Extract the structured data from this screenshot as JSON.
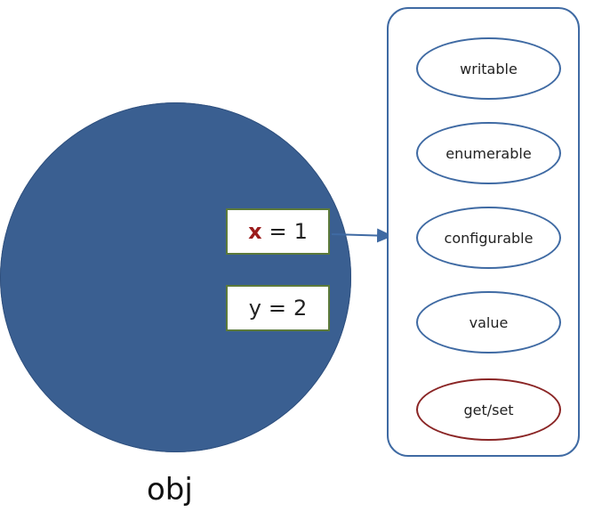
{
  "object": {
    "label": "obj",
    "props": [
      {
        "name": "x",
        "op": "=",
        "value": "1"
      },
      {
        "name": "y",
        "op": "=",
        "value": "2"
      }
    ]
  },
  "attributes": [
    "writable",
    "enumerable",
    "configurable",
    "value",
    "get/set"
  ],
  "colors": {
    "object_fill": "#3a5f91",
    "panel_border": "#3f6aa3",
    "getset_border": "#8a2525",
    "x_highlight": "#9b1c1c",
    "prop_border": "#5c7a3a"
  }
}
